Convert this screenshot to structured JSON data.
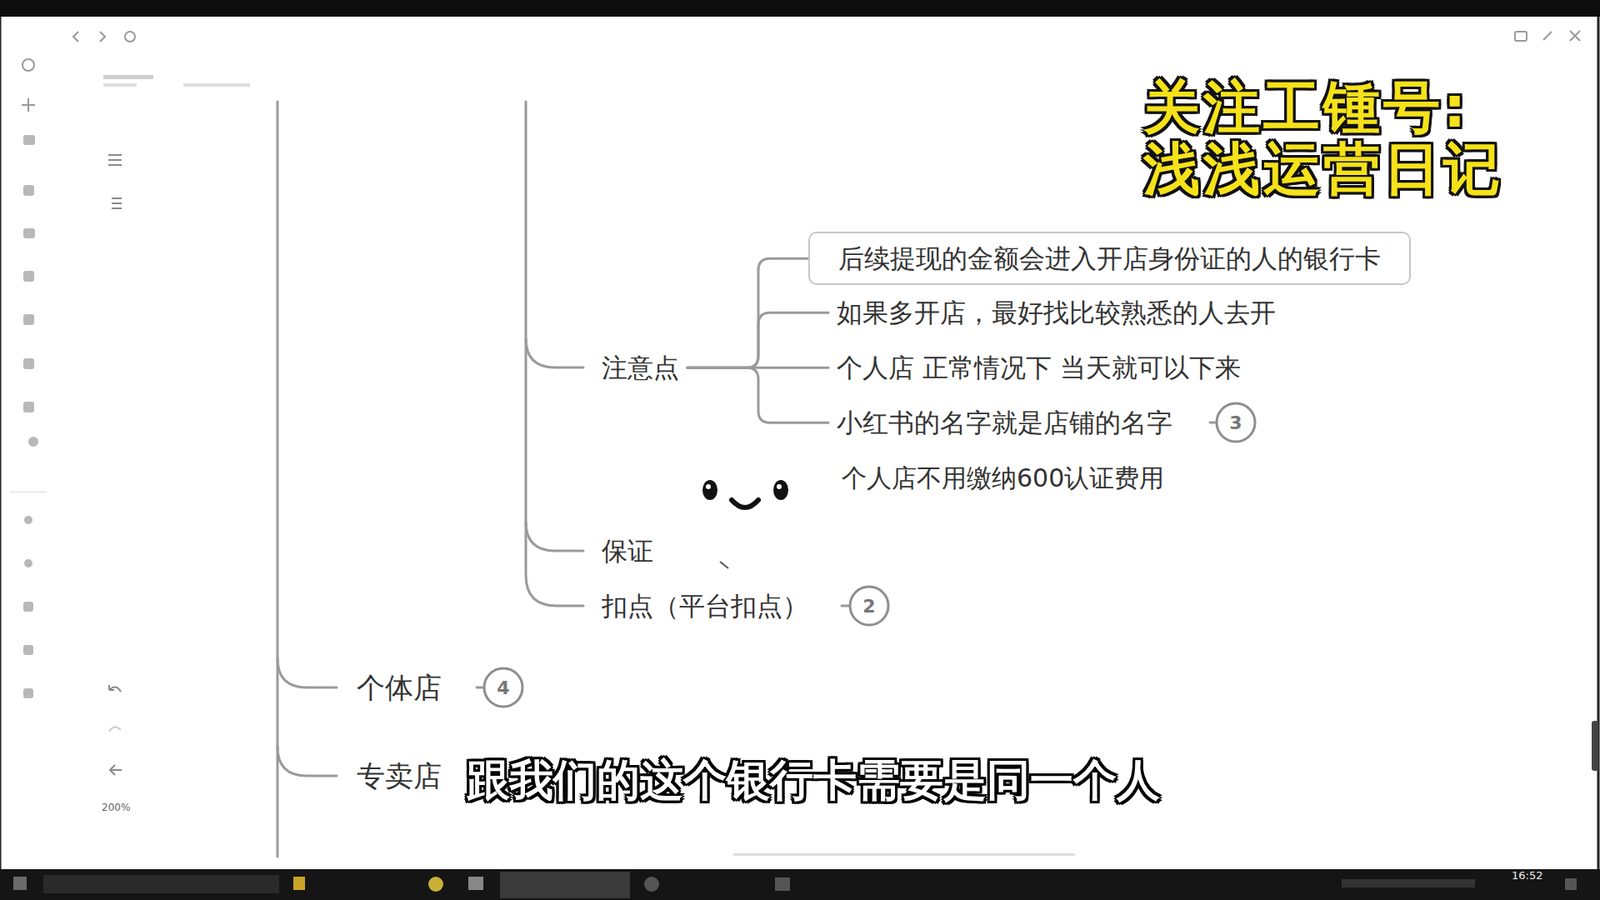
{
  "diagram": {
    "nodes": [
      {
        "text": [
          "注意点"
        ]
      },
      {
        "text": [
          "后续提现的金额会进入开店身份证的人的银行卡"
        ]
      },
      {
        "text": [
          "如果多开店，最好找比较熟悉的人去开"
        ]
      },
      {
        "text": [
          "个人店 正常情况下 当天就可以下来"
        ]
      },
      {
        "text": [
          "小红书的名字就是店铺的名字"
        ]
      },
      {
        "text": [
          "个人店不用缴纳600认证费用"
        ]
      },
      {
        "text": [
          "保证"
        ]
      },
      {
        "text": [
          "扣点（平台扣点）"
        ]
      },
      {
        "text": [
          "个体店"
        ]
      },
      {
        "text": [
          "专卖店"
        ]
      }
    ],
    "edges": [
      {
        "from": 0,
        "to": 1,
        "arrow": "none"
      },
      {
        "from": 0,
        "to": 2,
        "arrow": "none"
      },
      {
        "from": 0,
        "to": 3,
        "arrow": "none"
      },
      {
        "from": 0,
        "to": 4,
        "arrow": "none"
      }
    ],
    "labels": [
      "3",
      "2",
      "4",
      "跟我们的这个银行卡需要是同一个人",
      "关注工锺号:",
      "浅浅运营日记",
      "200%",
      "16:52"
    ]
  }
}
